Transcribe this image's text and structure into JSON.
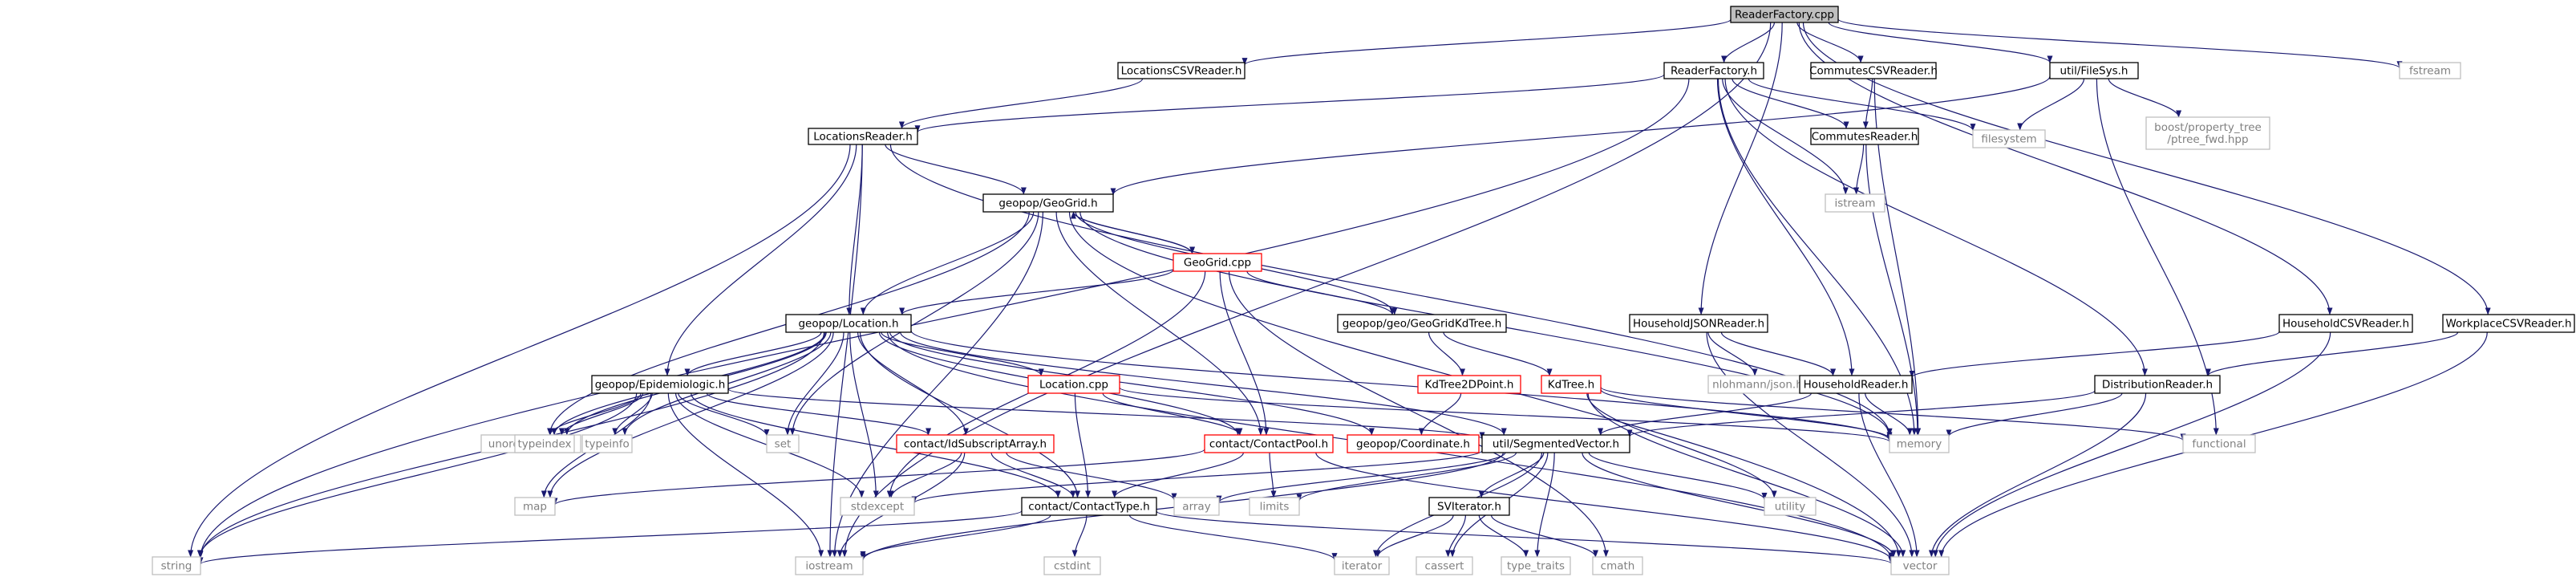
{
  "graph": {
    "title": "ReaderFactory.cpp",
    "colors": {
      "root_fill": "#bfbfbf",
      "root_border": "#000000",
      "local_border": "#000000",
      "partial_border": "#ff0000",
      "external_border": "#bfbfbf",
      "external_text": "#808080",
      "text": "#000000",
      "edge": "#191970",
      "edge_inner": "#2a2a8a"
    },
    "nodes": [
      {
        "id": "readerfactory_cpp",
        "label": "ReaderFactory.cpp",
        "kind": "root"
      },
      {
        "id": "locationscsvreader_h",
        "label": "LocationsCSVReader.h",
        "kind": "local"
      },
      {
        "id": "readerfactory_h",
        "label": "ReaderFactory.h",
        "kind": "local"
      },
      {
        "id": "commutescsvreader_h",
        "label": "CommutesCSVReader.h",
        "kind": "local"
      },
      {
        "id": "util_filesys_h",
        "label": "util/FileSys.h",
        "kind": "local"
      },
      {
        "id": "fstream",
        "label": "fstream",
        "kind": "external"
      },
      {
        "id": "locationsreader_h",
        "label": "LocationsReader.h",
        "kind": "local"
      },
      {
        "id": "commutesreader_h",
        "label": "CommutesReader.h",
        "kind": "local"
      },
      {
        "id": "filesystem",
        "label": "filesystem",
        "kind": "external"
      },
      {
        "id": "ptree_fwd",
        "label": "boost/property_tree/ptree_fwd.hpp",
        "lines": [
          "boost/property_tree",
          "/ptree_fwd.hpp"
        ],
        "kind": "external"
      },
      {
        "id": "istream",
        "label": "istream",
        "kind": "external"
      },
      {
        "id": "geopop_geogrid_h",
        "label": "geopop/GeoGrid.h",
        "kind": "local"
      },
      {
        "id": "geogrid_cpp",
        "label": "GeoGrid.cpp",
        "kind": "partial"
      },
      {
        "id": "geopop_location_h",
        "label": "geopop/Location.h",
        "kind": "local"
      },
      {
        "id": "geogridkdtree_h",
        "label": "geopop/geo/GeoGridKdTree.h",
        "kind": "local"
      },
      {
        "id": "householdjsonreader_h",
        "label": "HouseholdJSONReader.h",
        "kind": "local"
      },
      {
        "id": "householdcsvreader_h",
        "label": "HouseholdCSVReader.h",
        "kind": "local"
      },
      {
        "id": "workplacecsvreader_h",
        "label": "WorkplaceCSVReader.h",
        "kind": "local"
      },
      {
        "id": "kdtree2dpoint_h",
        "label": "KdTree2DPoint.h",
        "kind": "partial"
      },
      {
        "id": "kdtree_h",
        "label": "KdTree.h",
        "kind": "partial"
      },
      {
        "id": "nlohmann_json",
        "label": "nlohmann/json.hpp",
        "kind": "external"
      },
      {
        "id": "householdreader_h",
        "label": "HouseholdReader.h",
        "kind": "local"
      },
      {
        "id": "distributionreader_h",
        "label": "DistributionReader.h",
        "kind": "local"
      },
      {
        "id": "geopop_epidemiologic_h",
        "label": "geopop/Epidemiologic.h",
        "kind": "local"
      },
      {
        "id": "location_cpp",
        "label": "Location.cpp",
        "kind": "partial"
      },
      {
        "id": "unordered_map",
        "label": "unordered_map",
        "kind": "external"
      },
      {
        "id": "typeindex",
        "label": "typeindex",
        "kind": "external"
      },
      {
        "id": "typeinfo",
        "label": "typeinfo",
        "kind": "external"
      },
      {
        "id": "set",
        "label": "set",
        "kind": "external"
      },
      {
        "id": "contact_idsubscriptarray_h",
        "label": "contact/IdSubscriptArray.h",
        "kind": "partial"
      },
      {
        "id": "contact_contactpool_h",
        "label": "contact/ContactPool.h",
        "kind": "partial"
      },
      {
        "id": "geopop_coordinate_h",
        "label": "geopop/Coordinate.h",
        "kind": "partial"
      },
      {
        "id": "util_segmentedvector_h",
        "label": "util/SegmentedVector.h",
        "kind": "local"
      },
      {
        "id": "memory",
        "label": "memory",
        "kind": "external"
      },
      {
        "id": "functional",
        "label": "functional",
        "kind": "external"
      },
      {
        "id": "map",
        "label": "map",
        "kind": "external"
      },
      {
        "id": "stdexcept",
        "label": "stdexcept",
        "kind": "external"
      },
      {
        "id": "array",
        "label": "array",
        "kind": "external"
      },
      {
        "id": "limits",
        "label": "limits",
        "kind": "external"
      },
      {
        "id": "utility",
        "label": "utility",
        "kind": "external"
      },
      {
        "id": "contact_contacttype_h",
        "label": "contact/ContactType.h",
        "kind": "local"
      },
      {
        "id": "sviterator_h",
        "label": "SVIterator.h",
        "kind": "local"
      },
      {
        "id": "string",
        "label": "string",
        "kind": "external"
      },
      {
        "id": "iostream",
        "label": "iostream",
        "kind": "external"
      },
      {
        "id": "cstdint",
        "label": "cstdint",
        "kind": "external"
      },
      {
        "id": "iterator",
        "label": "iterator",
        "kind": "external"
      },
      {
        "id": "cassert",
        "label": "cassert",
        "kind": "external"
      },
      {
        "id": "type_traits",
        "label": "type_traits",
        "kind": "external"
      },
      {
        "id": "cmath",
        "label": "cmath",
        "kind": "external"
      },
      {
        "id": "vector",
        "label": "vector",
        "kind": "external"
      }
    ],
    "edges": [
      [
        "readerfactory_cpp",
        "locationscsvreader_h"
      ],
      [
        "readerfactory_cpp",
        "readerfactory_h"
      ],
      [
        "readerfactory_cpp",
        "commutescsvreader_h"
      ],
      [
        "readerfactory_cpp",
        "util_filesys_h"
      ],
      [
        "readerfactory_cpp",
        "fstream"
      ],
      [
        "readerfactory_cpp",
        "householdjsonreader_h"
      ],
      [
        "readerfactory_cpp",
        "householdcsvreader_h"
      ],
      [
        "readerfactory_cpp",
        "workplacecsvreader_h"
      ],
      [
        "readerfactory_cpp",
        "iostream"
      ],
      [
        "locationscsvreader_h",
        "locationsreader_h"
      ],
      [
        "readerfactory_h",
        "locationsreader_h"
      ],
      [
        "readerfactory_h",
        "commutesreader_h"
      ],
      [
        "readerfactory_h",
        "filesystem"
      ],
      [
        "readerfactory_h",
        "istream"
      ],
      [
        "readerfactory_h",
        "householdreader_h"
      ],
      [
        "readerfactory_h",
        "distributionreader_h"
      ],
      [
        "readerfactory_h",
        "memory"
      ],
      [
        "readerfactory_h",
        "string"
      ],
      [
        "commutescsvreader_h",
        "commutesreader_h"
      ],
      [
        "commutescsvreader_h",
        "memory"
      ],
      [
        "util_filesys_h",
        "filesystem"
      ],
      [
        "util_filesys_h",
        "ptree_fwd"
      ],
      [
        "util_filesys_h",
        "functional"
      ],
      [
        "util_filesys_h",
        "geopop_geogrid_h"
      ],
      [
        "commutesreader_h",
        "istream"
      ],
      [
        "commutesreader_h",
        "memory"
      ],
      [
        "locationsreader_h",
        "geopop_geogrid_h"
      ],
      [
        "locationsreader_h",
        "geopop_location_h"
      ],
      [
        "locationsreader_h",
        "geopop_epidemiologic_h"
      ],
      [
        "locationsreader_h",
        "memory"
      ],
      [
        "locationsreader_h",
        "string"
      ],
      [
        "locationsreader_h",
        "iostream"
      ],
      [
        "geopop_geogrid_h",
        "geogrid_cpp"
      ],
      [
        "geopop_geogrid_h",
        "geopop_location_h"
      ],
      [
        "geopop_geogrid_h",
        "geogridkdtree_h"
      ],
      [
        "geopop_geogrid_h",
        "contact_contactpool_h"
      ],
      [
        "geopop_geogrid_h",
        "set"
      ],
      [
        "geopop_geogrid_h",
        "unordered_map"
      ],
      [
        "geopop_geogrid_h",
        "vector"
      ],
      [
        "geopop_geogrid_h",
        "iostream"
      ],
      [
        "geopop_geogrid_h",
        "memory"
      ],
      [
        "geogrid_cpp",
        "geopop_geogrid_h"
      ],
      [
        "geogrid_cpp",
        "geopop_location_h"
      ],
      [
        "geogrid_cpp",
        "geogridkdtree_h"
      ],
      [
        "geogrid_cpp",
        "contact_contactpool_h"
      ],
      [
        "geogrid_cpp",
        "stdexcept"
      ],
      [
        "geogrid_cpp",
        "cmath"
      ],
      [
        "geopop_location_h",
        "geopop_epidemiologic_h"
      ],
      [
        "geopop_location_h",
        "location_cpp"
      ],
      [
        "geopop_location_h",
        "contact_idsubscriptarray_h"
      ],
      [
        "geopop_location_h",
        "contact_contactpool_h"
      ],
      [
        "geopop_location_h",
        "geopop_coordinate_h"
      ],
      [
        "geopop_location_h",
        "util_segmentedvector_h"
      ],
      [
        "geopop_location_h",
        "unordered_map"
      ],
      [
        "geopop_location_h",
        "typeindex"
      ],
      [
        "geopop_location_h",
        "typeinfo"
      ],
      [
        "geopop_location_h",
        "set"
      ],
      [
        "geopop_location_h",
        "map"
      ],
      [
        "geopop_location_h",
        "stdexcept"
      ],
      [
        "geopop_location_h",
        "string"
      ],
      [
        "geopop_location_h",
        "memory"
      ],
      [
        "geopop_location_h",
        "vector"
      ],
      [
        "geopop_location_h",
        "contact_contacttype_h"
      ],
      [
        "geogridkdtree_h",
        "kdtree2dpoint_h"
      ],
      [
        "geogridkdtree_h",
        "kdtree_h"
      ],
      [
        "kdtree2dpoint_h",
        "geopop_coordinate_h"
      ],
      [
        "kdtree_h",
        "functional"
      ],
      [
        "kdtree_h",
        "memory"
      ],
      [
        "kdtree_h",
        "utility"
      ],
      [
        "kdtree_h",
        "vector"
      ],
      [
        "householdjsonreader_h",
        "householdreader_h"
      ],
      [
        "householdjsonreader_h",
        "nlohmann_json"
      ],
      [
        "householdjsonreader_h",
        "vector"
      ],
      [
        "householdcsvreader_h",
        "householdreader_h"
      ],
      [
        "householdcsvreader_h",
        "vector"
      ],
      [
        "workplacecsvreader_h",
        "distributionreader_h"
      ],
      [
        "workplacecsvreader_h",
        "vector"
      ],
      [
        "householdreader_h",
        "memory"
      ],
      [
        "householdreader_h",
        "vector"
      ],
      [
        "householdreader_h",
        "util_segmentedvector_h"
      ],
      [
        "distributionreader_h",
        "memory"
      ],
      [
        "distributionreader_h",
        "vector"
      ],
      [
        "distributionreader_h",
        "util_segmentedvector_h"
      ],
      [
        "geopop_epidemiologic_h",
        "unordered_map"
      ],
      [
        "geopop_epidemiologic_h",
        "typeindex"
      ],
      [
        "geopop_epidemiologic_h",
        "typeinfo"
      ],
      [
        "geopop_epidemiologic_h",
        "set"
      ],
      [
        "geopop_epidemiologic_h",
        "contact_idsubscriptarray_h"
      ],
      [
        "geopop_epidemiologic_h",
        "util_segmentedvector_h"
      ],
      [
        "geopop_epidemiologic_h",
        "map"
      ],
      [
        "geopop_epidemiologic_h",
        "string"
      ],
      [
        "geopop_epidemiologic_h",
        "iostream"
      ],
      [
        "geopop_epidemiologic_h",
        "contact_contacttype_h"
      ],
      [
        "geopop_epidemiologic_h",
        "stdexcept"
      ],
      [
        "location_cpp",
        "contact_contactpool_h"
      ],
      [
        "location_cpp",
        "contact_contacttype_h"
      ],
      [
        "location_cpp",
        "memory"
      ],
      [
        "contact_idsubscriptarray_h",
        "contact_contacttype_h"
      ],
      [
        "contact_idsubscriptarray_h",
        "array"
      ],
      [
        "contact_idsubscriptarray_h",
        "stdexcept"
      ],
      [
        "contact_idsubscriptarray_h",
        "iostream"
      ],
      [
        "contact_contactpool_h",
        "contact_contacttype_h"
      ],
      [
        "contact_contactpool_h",
        "limits"
      ],
      [
        "contact_contactpool_h",
        "vector"
      ],
      [
        "contact_contactpool_h",
        "map"
      ],
      [
        "util_segmentedvector_h",
        "sviterator_h"
      ],
      [
        "util_segmentedvector_h",
        "array"
      ],
      [
        "util_segmentedvector_h",
        "limits"
      ],
      [
        "util_segmentedvector_h",
        "utility"
      ],
      [
        "util_segmentedvector_h",
        "vector"
      ],
      [
        "util_segmentedvector_h",
        "stdexcept"
      ],
      [
        "util_segmentedvector_h",
        "iterator"
      ],
      [
        "util_segmentedvector_h",
        "cassert"
      ],
      [
        "util_segmentedvector_h",
        "type_traits"
      ],
      [
        "util_segmentedvector_h",
        "iostream"
      ],
      [
        "contact_contacttype_h",
        "string"
      ],
      [
        "contact_contacttype_h",
        "iostream"
      ],
      [
        "contact_contacttype_h",
        "cstdint"
      ],
      [
        "contact_contacttype_h",
        "iterator"
      ],
      [
        "contact_contacttype_h",
        "vector"
      ],
      [
        "sviterator_h",
        "iterator"
      ],
      [
        "sviterator_h",
        "cassert"
      ],
      [
        "sviterator_h",
        "type_traits"
      ],
      [
        "sviterator_h",
        "cmath"
      ]
    ]
  }
}
